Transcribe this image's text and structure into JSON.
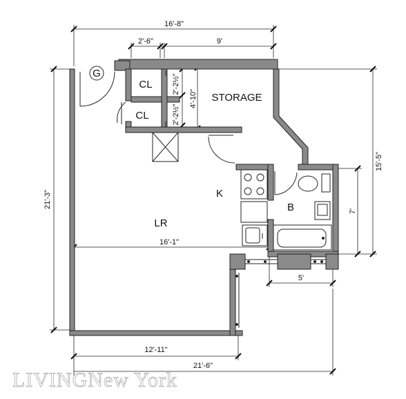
{
  "rooms": {
    "living_room": "LR",
    "kitchen": "K",
    "bath": "B",
    "storage": "STORAGE",
    "closet_1": "CL",
    "closet_2": "CL",
    "gas_meter": "G"
  },
  "dimensions": {
    "top_overall": "16'-8\"",
    "top_closet": "2'-6\"",
    "top_storage": "9'",
    "closet_depth_1": "2'-2½\"",
    "closet_depth_2": "2'-2½\"",
    "storage_depth": "4'-10\"",
    "left_overall": "21'-3\"",
    "right_overall": "15'-5\"",
    "bath_depth": "7'",
    "lr_width": "16'-1\"",
    "bath_width": "5'",
    "bottom_lr": "12'-11\"",
    "bottom_overall": "21'-6\""
  },
  "watermark": "LIVINGNew York",
  "colors": {
    "wall": "#8a8a8a",
    "line": "#222222",
    "background": "#ffffff"
  }
}
